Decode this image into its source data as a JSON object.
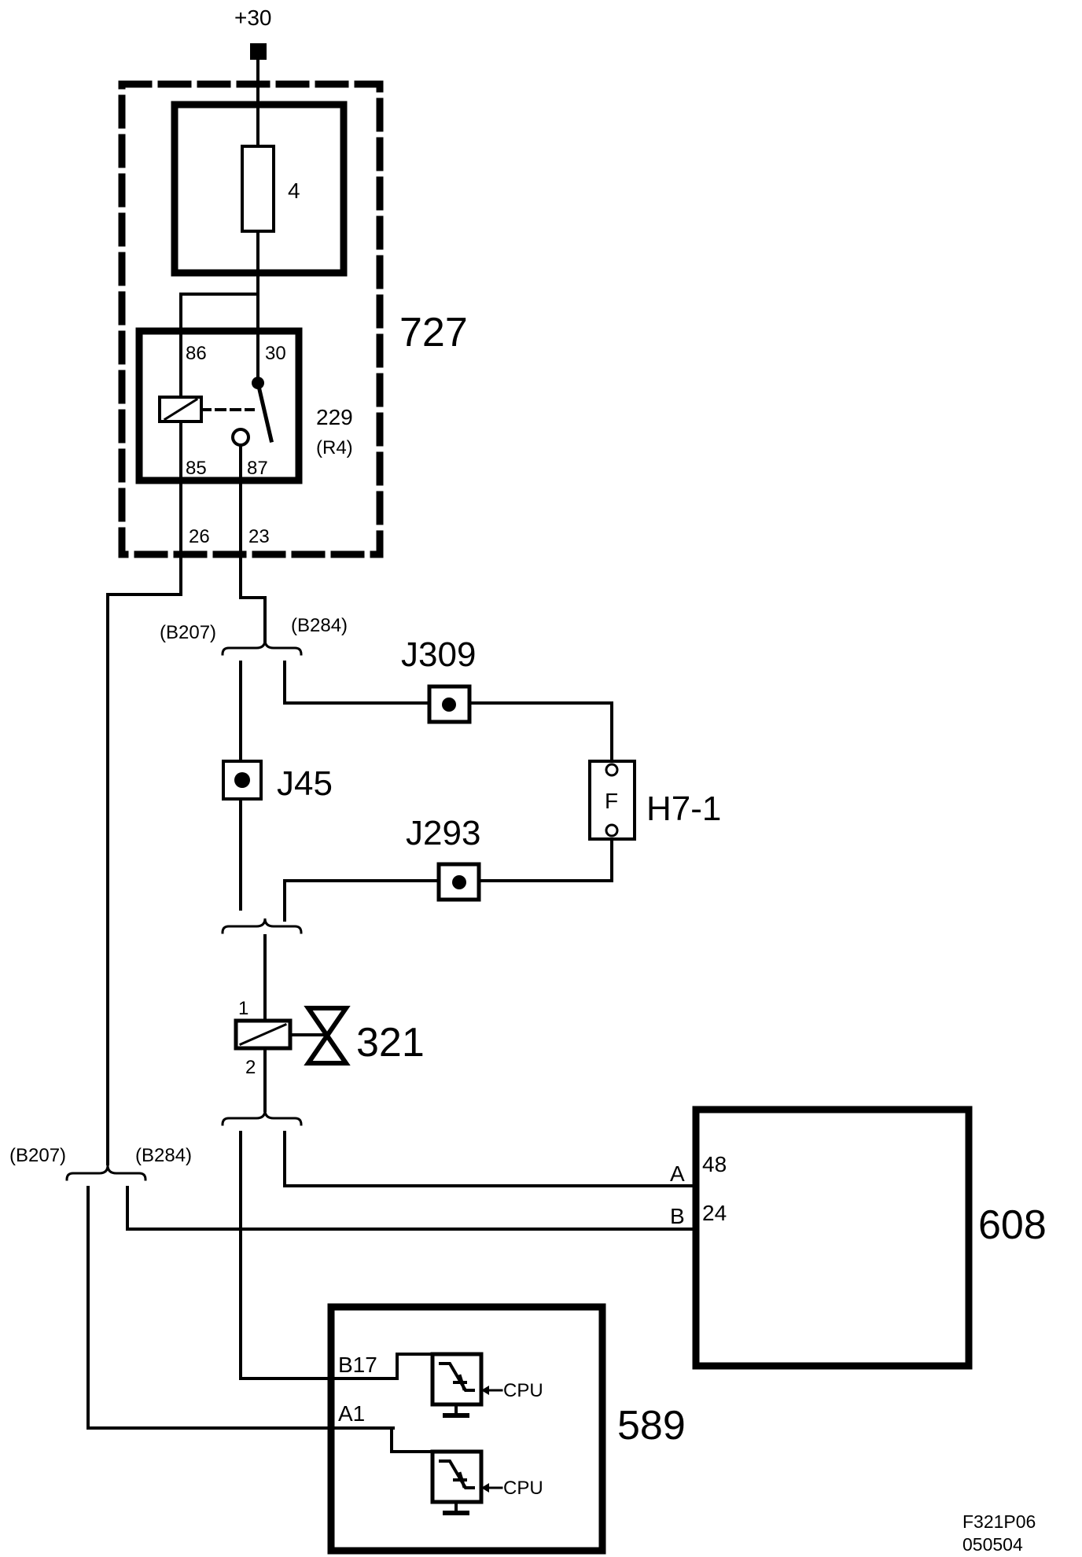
{
  "diagram": {
    "supply": "+30",
    "fuse_box": {
      "id": "727",
      "fuse": "4"
    },
    "relay": {
      "id": "229",
      "position": "(R4)",
      "pins": {
        "p86": "86",
        "p30": "30",
        "p85": "85",
        "p87": "87"
      },
      "out_pins": {
        "p26": "26",
        "p23": "23"
      }
    },
    "connectors": {
      "upper_left": "(B207)",
      "upper_right": "(B284)",
      "lower_left": "(B207)",
      "lower_right": "(B284)"
    },
    "joints": {
      "j309": "J309",
      "j45": "J45",
      "j293": "J293"
    },
    "fuse_h71": {
      "label": "H7-1",
      "mark": "F"
    },
    "valve": {
      "id": "321",
      "pin1": "1",
      "pin2": "2"
    },
    "module_608": {
      "id": "608",
      "pinA": "A",
      "pinA_no": "48",
      "pinB": "B",
      "pinB_no": "24"
    },
    "module_589": {
      "id": "589",
      "pinB17": "B17",
      "pinA1": "A1",
      "cpu1": "CPU",
      "cpu2": "CPU"
    },
    "footer": {
      "code": "F321P06",
      "date": "050504"
    }
  }
}
